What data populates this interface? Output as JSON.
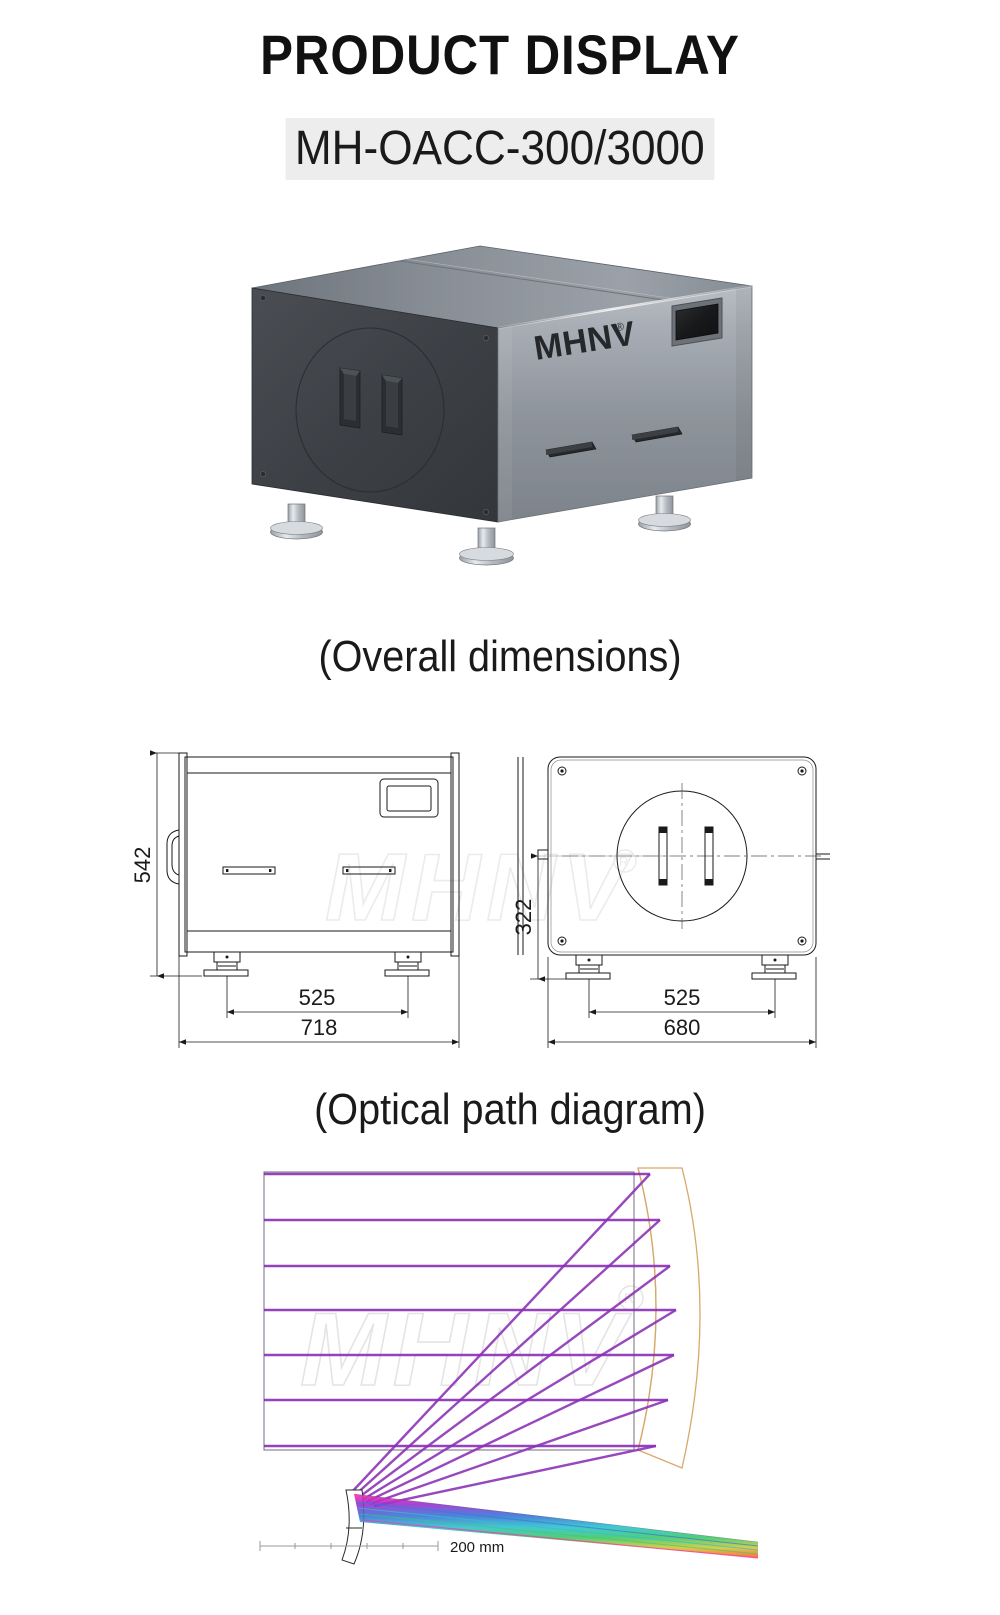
{
  "header": {
    "title": "PRODUCT DISPLAY",
    "model": "MH-OACC-300/3000"
  },
  "sections": {
    "dimensions_caption": "(Overall dimensions)",
    "optical_caption": "(Optical path diagram)"
  },
  "product_photo": {
    "brand_logo": "MHNV",
    "registered_mark": "®",
    "body_color": "#3a3d41",
    "panel_color": "#9aa0a6",
    "screen_color": "#1b1d1f",
    "foot_color": "#c9ced3"
  },
  "watermark": {
    "text": "MHNV",
    "mark": "®",
    "color": "#d9d9d9"
  },
  "drawings": {
    "side_view": {
      "name": "side-view",
      "height_label": "542",
      "foot_span_label": "525",
      "width_label": "718"
    },
    "front_view": {
      "name": "front-view",
      "center_height_label": "322",
      "foot_span_label": "525",
      "width_label": "680"
    },
    "line_color": "#1a1a1a"
  },
  "optical_diagram": {
    "scale_label": "200 mm",
    "ray_color": "#8a2fb5",
    "lens_outline_color": "#d8a86a",
    "beam_colors": [
      "#ff3fb0",
      "#a030c8",
      "#3f78d0",
      "#2fbfc8",
      "#3fc86a",
      "#c8c83a",
      "#ff6a30"
    ],
    "ray_count": 7,
    "chart_data": {
      "type": "line",
      "title": "Optical path diagram",
      "xlabel": "",
      "ylabel": "",
      "series": [
        {
          "name": "incident-ray-1",
          "y": 22
        },
        {
          "name": "incident-ray-2",
          "y": 68
        },
        {
          "name": "incident-ray-3",
          "y": 113
        },
        {
          "name": "incident-ray-4",
          "y": 158
        },
        {
          "name": "incident-ray-5",
          "y": 203
        },
        {
          "name": "incident-ray-6",
          "y": 248
        },
        {
          "name": "incident-ray-7",
          "y": 293
        }
      ],
      "scale_bar_mm": 200
    }
  }
}
